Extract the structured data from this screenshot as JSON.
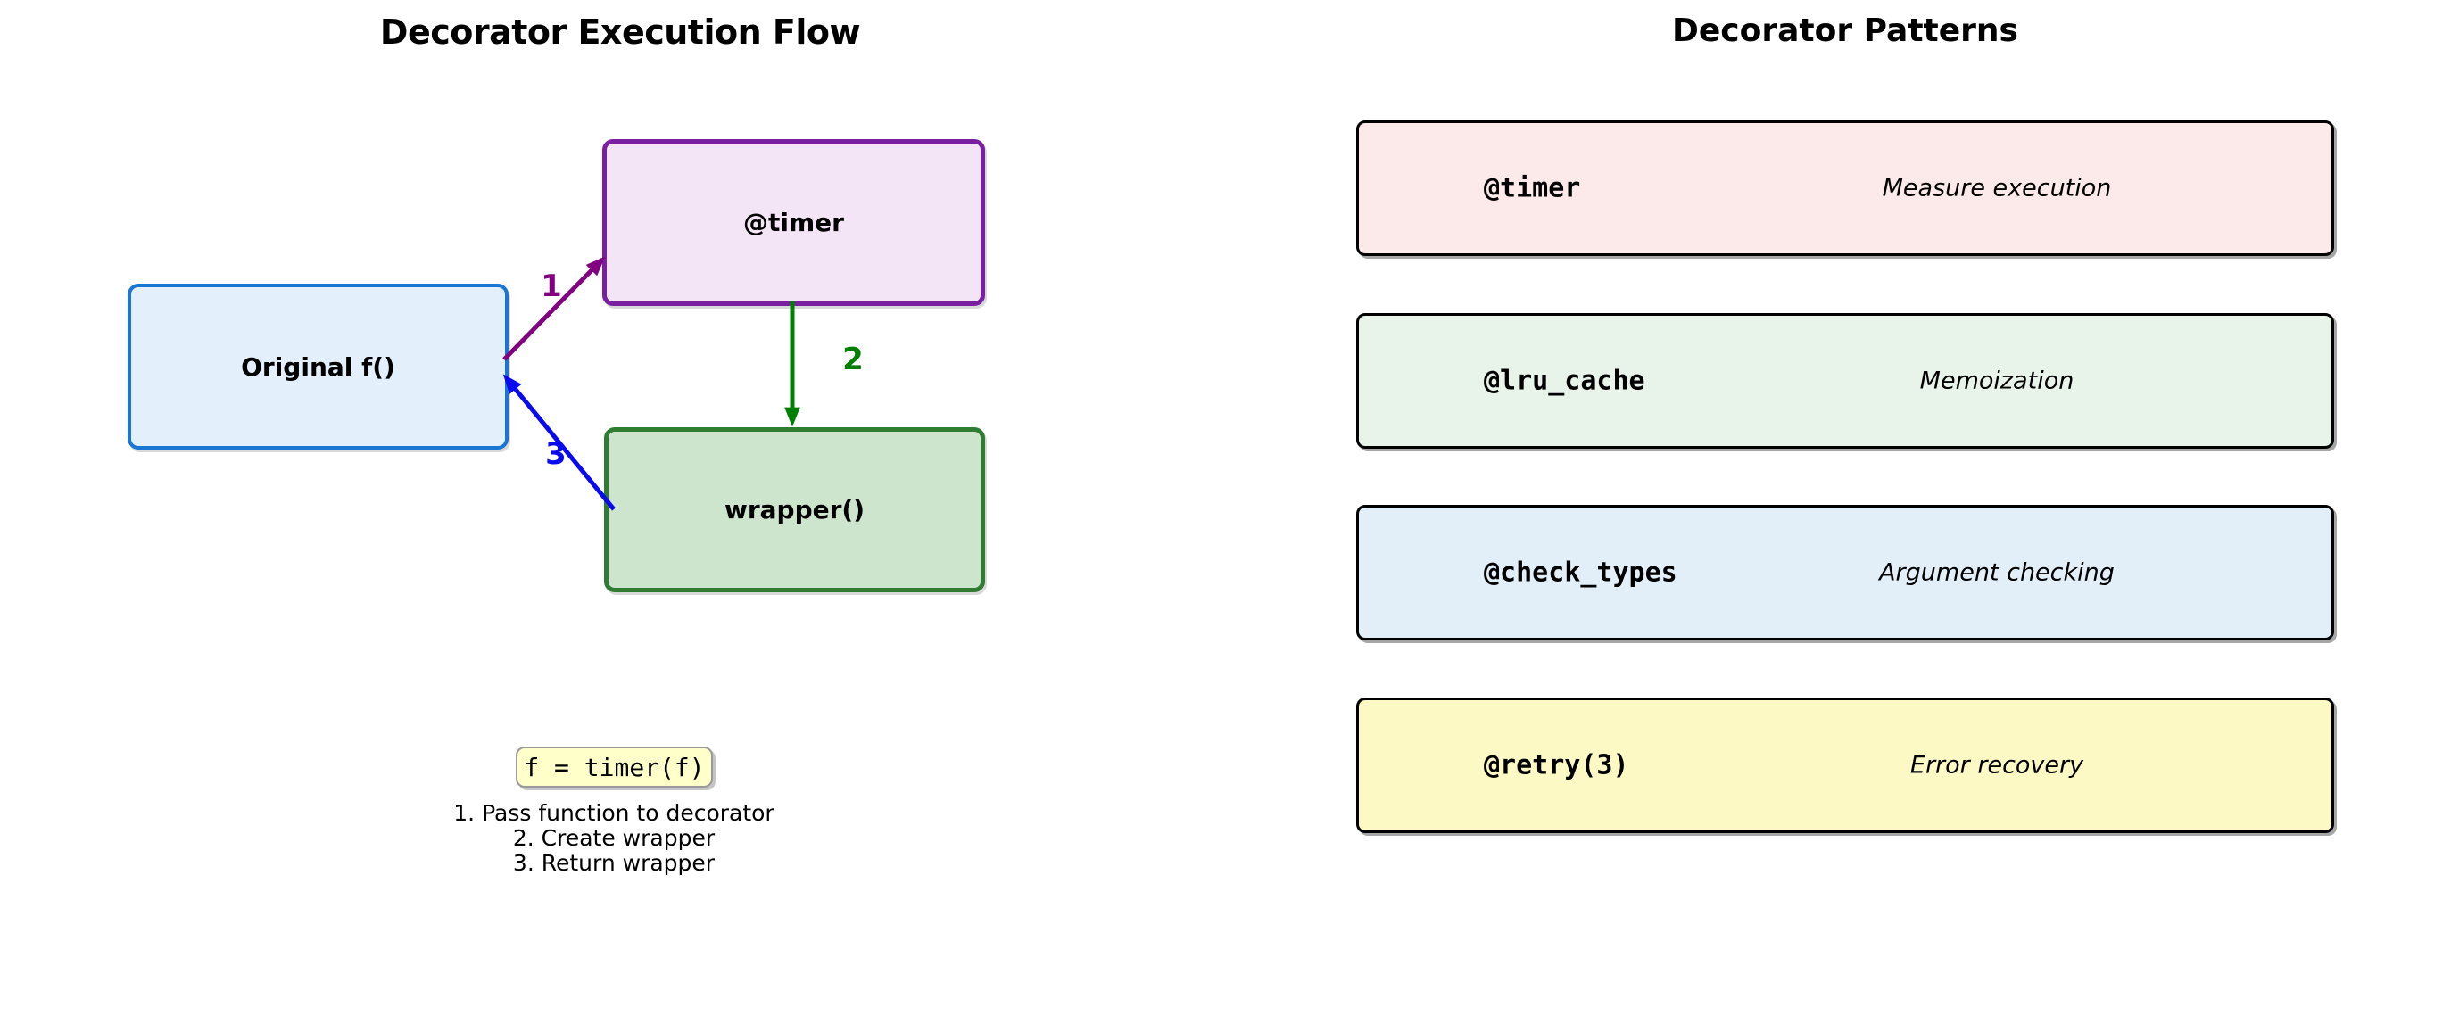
{
  "left_panel": {
    "title": "Decorator Execution Flow",
    "nodes": {
      "original": {
        "label": "Original f()",
        "fill": "#E3F0FB",
        "border": "#1976D2"
      },
      "decorator": {
        "label": "@timer",
        "fill": "#F3E5F5",
        "border": "#7B1FA2"
      },
      "wrapper": {
        "label": "wrapper()",
        "fill": "#CDE4CD",
        "border": "#2E7D32"
      }
    },
    "arrows": {
      "step1": {
        "label": "1",
        "color": "#800080"
      },
      "step2": {
        "label": "2",
        "color": "#008000"
      },
      "step3": {
        "label": "3",
        "color": "#0A0AEE"
      }
    },
    "code_box": {
      "text": "f = timer(f)",
      "fill": "#FEFFC9",
      "border": "#9A9A9A"
    },
    "steps": [
      "1. Pass function to decorator",
      "2. Create wrapper",
      "3. Return wrapper"
    ]
  },
  "right_panel": {
    "title": "Decorator Patterns",
    "patterns": [
      {
        "name": "@timer",
        "description": "Measure execution",
        "fill": "#FCE9E9"
      },
      {
        "name": "@lru_cache",
        "description": "Memoization",
        "fill": "#E8F3E9"
      },
      {
        "name": "@check_types",
        "description": "Argument checking",
        "fill": "#E2EFF9"
      },
      {
        "name": "@retry(3)",
        "description": "Error recovery",
        "fill": "#FDF9C5"
      }
    ]
  }
}
